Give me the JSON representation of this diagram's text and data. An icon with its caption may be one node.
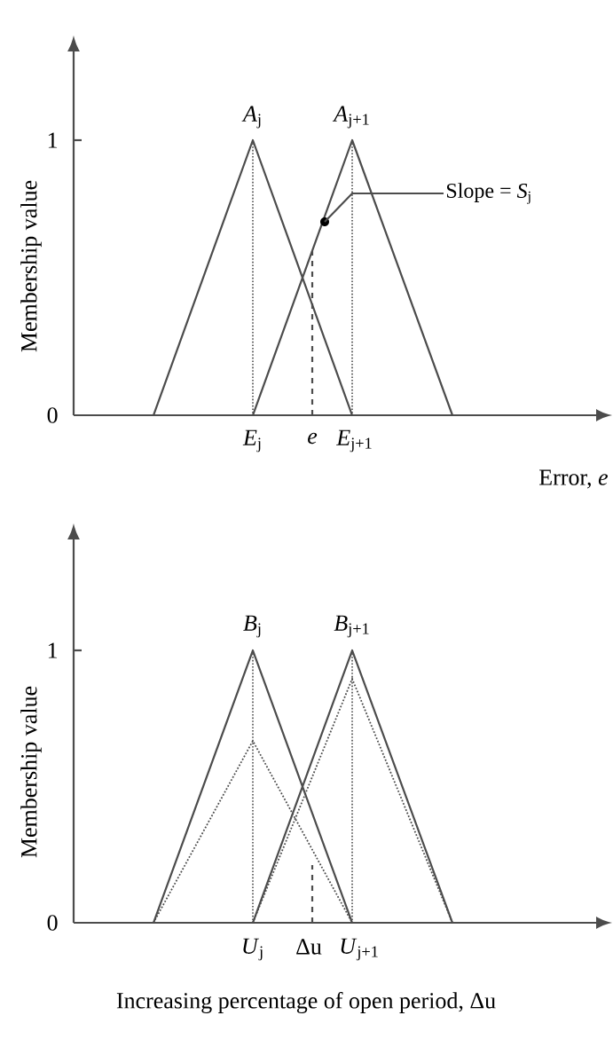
{
  "diagram": {
    "nodes": [
      {
        "text": [
          "Slope = *S*$_{j}$"
        ]
      },
      {
        "text": [],
        "shape": "circle"
      }
    ],
    "edges": [
      {
        "from": 0,
        "to": 1,
        "arrow": "none"
      }
    ],
    "labels": [
      "Membership value",
      "1",
      "0",
      "*A*$_{j}$",
      "*A*$_{j+1}$",
      "*E*$_{j}$",
      "*e*",
      "*E*$_{j+1}$",
      "Error, *e*",
      "Membership value",
      "1",
      "0",
      "*B*$_{j}$",
      "*B*$_{j+1}$",
      "*U*$_{j}$",
      "Δu",
      "*U*$_{j+1}$",
      "Increasing percentage of open period, Δu"
    ]
  }
}
